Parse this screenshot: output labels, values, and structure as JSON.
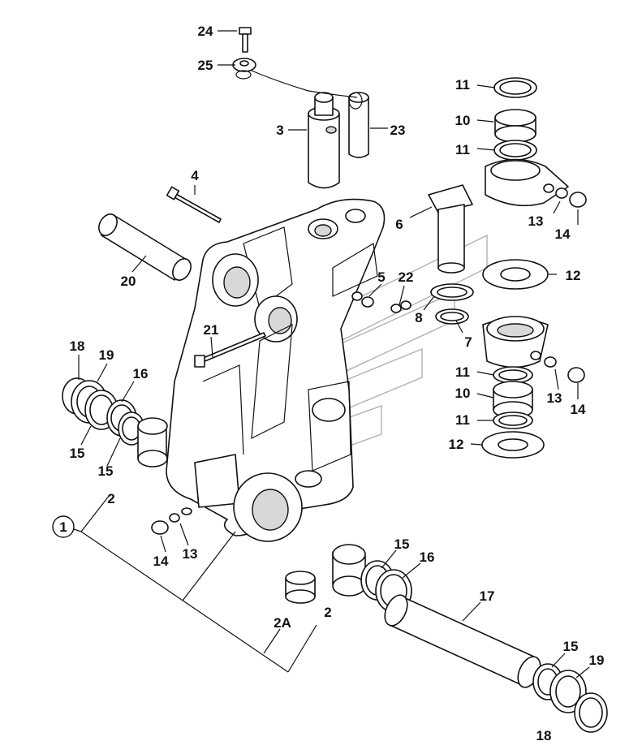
{
  "diagram": {
    "callouts": {
      "c24": "24",
      "c25": "25",
      "c3": "3",
      "c23": "23",
      "c4": "4",
      "c20": "20",
      "c6": "6",
      "c5": "5",
      "c22": "22",
      "c8": "8",
      "c7": "7",
      "c21": "21",
      "c18a": "18",
      "c19a": "19",
      "c16a": "16",
      "c15a": "15",
      "c15b": "15",
      "c2a": "2",
      "c1": "1",
      "c14a": "14",
      "c13a": "13",
      "c2A": "2A",
      "c2b": "2",
      "c15c": "15",
      "c16b": "16",
      "c17": "17",
      "c15d": "15",
      "c19b": "19",
      "c18b": "18",
      "c11a": "11",
      "c10a": "10",
      "c11b": "11",
      "c13b": "13",
      "c14b": "14",
      "c12a": "12",
      "c11c": "11",
      "c10b": "10",
      "c11d": "11",
      "c12b": "12",
      "c13c": "13",
      "c14c": "14"
    }
  }
}
